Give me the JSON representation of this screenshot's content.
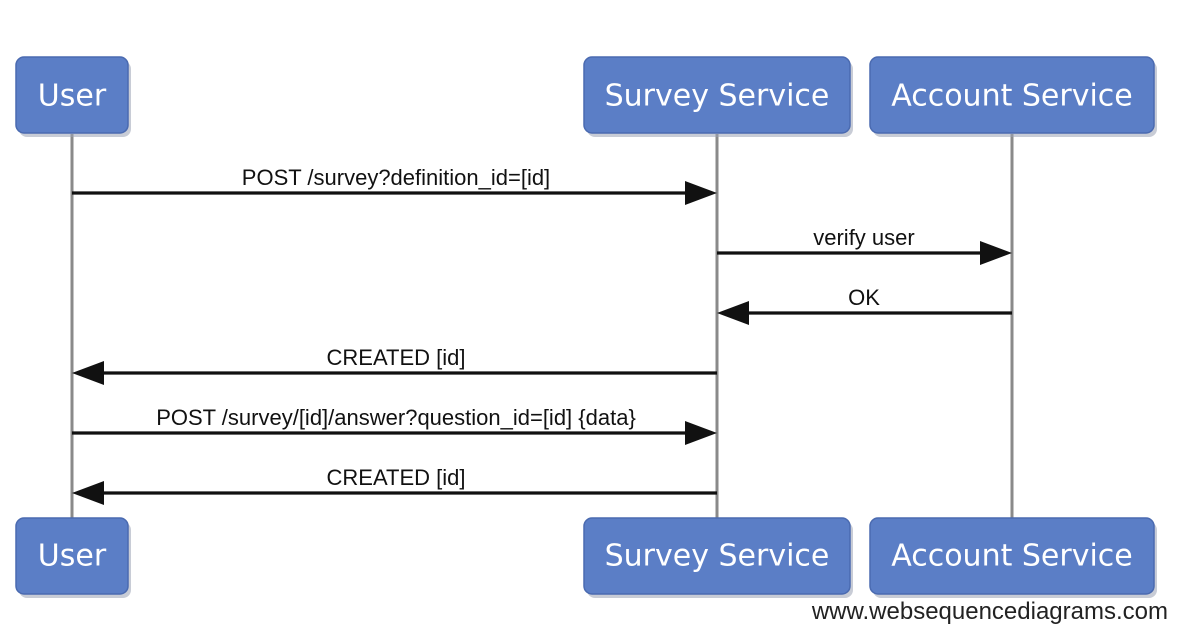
{
  "participants": [
    {
      "id": "user",
      "label": "User"
    },
    {
      "id": "survey",
      "label": "Survey Service"
    },
    {
      "id": "account",
      "label": "Account Service"
    }
  ],
  "messages": [
    {
      "from": "user",
      "to": "survey",
      "label": "POST /survey?definition_id=[id]"
    },
    {
      "from": "survey",
      "to": "account",
      "label": "verify user"
    },
    {
      "from": "account",
      "to": "survey",
      "label": "OK"
    },
    {
      "from": "survey",
      "to": "user",
      "label": "CREATED [id]"
    },
    {
      "from": "user",
      "to": "survey",
      "label": "POST /survey/[id]/answer?question_id=[id] {data}"
    },
    {
      "from": "survey",
      "to": "user",
      "label": "CREATED [id]"
    }
  ],
  "watermark": "www.websequencediagrams.com",
  "colors": {
    "box_fill": "#5b7ec6",
    "box_text": "#ffffff",
    "lifeline": "#8a8a8a",
    "arrow": "#111111"
  }
}
